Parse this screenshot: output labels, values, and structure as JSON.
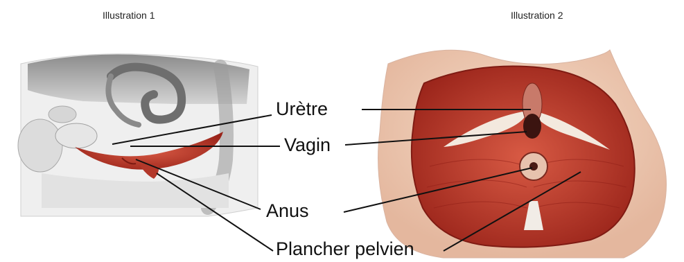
{
  "illustrations": [
    {
      "caption": "Illustration 1",
      "view": "sagittal-section-pelvis"
    },
    {
      "caption": "Illustration 2",
      "view": "perineal-view-pelvic-floor"
    }
  ],
  "labels": {
    "uretre": "Urètre",
    "vagin": "Vagin",
    "anus": "Anus",
    "plancher": "Plancher pelvien"
  },
  "colors": {
    "muscle": "#c8382c",
    "muscle_dark": "#8e1d16",
    "skin": "#f0d2bd",
    "bone_sketch": "#bdbdbd",
    "line": "#111111"
  }
}
